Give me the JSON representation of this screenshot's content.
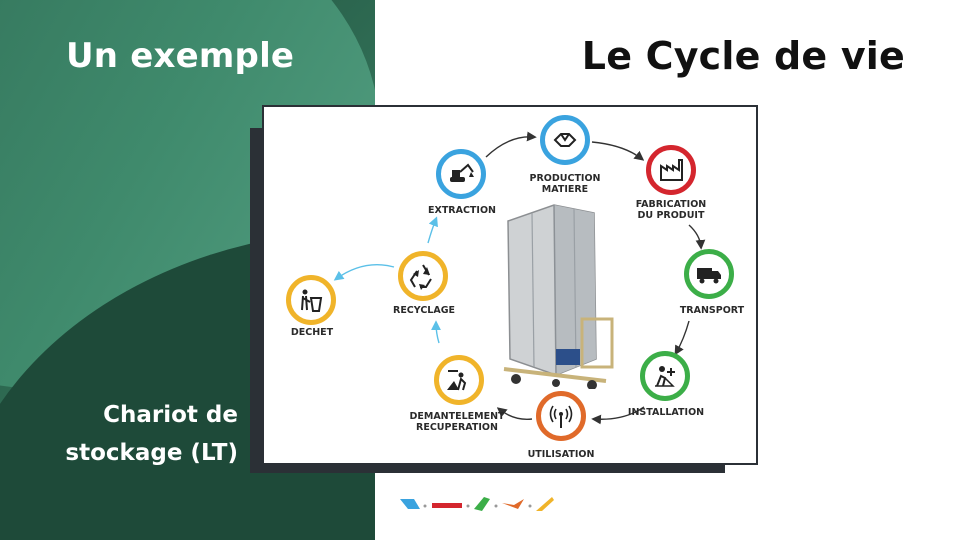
{
  "slide": {
    "title_left": "Un exemple",
    "title_right": "Le Cycle de vie",
    "caption_line1": "Chariot de",
    "caption_line2": "stockage (LT)"
  },
  "colors": {
    "green_dark": "#1e4a39",
    "green_light": "#4f9a7d",
    "blue": "#3aa3df",
    "red": "#d4262e",
    "green": "#3cae48",
    "orange": "#e06a2a",
    "yellow": "#f0b42a"
  },
  "cycle": [
    {
      "label1": "PRODUCTION",
      "label2": "MATIERE",
      "icon": "material-icon",
      "color": "blue"
    },
    {
      "label1": "FABRICATION",
      "label2": "DU PRODUIT",
      "icon": "factory-icon",
      "color": "red"
    },
    {
      "label1": "TRANSPORT",
      "label2": "",
      "icon": "truck-icon",
      "color": "green"
    },
    {
      "label1": "INSTALLATION",
      "label2": "",
      "icon": "worker-icon",
      "color": "green"
    },
    {
      "label1": "UTILISATION",
      "label2": "",
      "icon": "signal-icon",
      "color": "orange"
    },
    {
      "label1": "DEMANTELEMENT",
      "label2": "RECUPERATION",
      "icon": "dismantle-icon",
      "color": "yellow"
    },
    {
      "label1": "RECYCLAGE",
      "label2": "",
      "icon": "recycle-icon",
      "color": "yellow"
    },
    {
      "label1": "EXTRACTION",
      "label2": "",
      "icon": "excavator-icon",
      "color": "blue"
    },
    {
      "label1": "DECHET",
      "label2": "",
      "icon": "trash-icon",
      "color": "yellow"
    }
  ]
}
